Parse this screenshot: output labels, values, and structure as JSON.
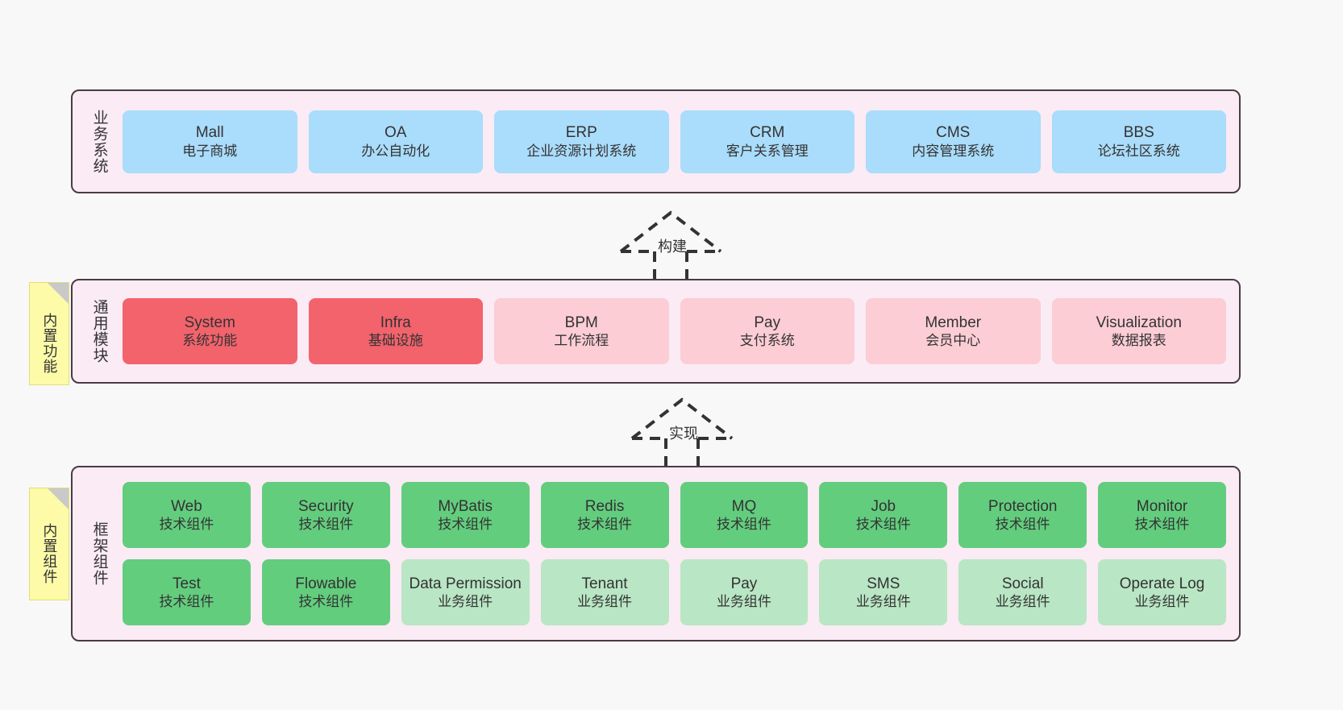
{
  "diagram": {
    "background_color": "#f8f8f8",
    "panel_color": "#faebf5",
    "panel_border_color": "#4b3b44"
  },
  "layers": {
    "business": {
      "label": "业务系统",
      "card_color": "#aadcfb",
      "cards": [
        {
          "title": "Mall",
          "subtitle": "电子商城"
        },
        {
          "title": "OA",
          "subtitle": "办公自动化"
        },
        {
          "title": "ERP",
          "subtitle": "企业资源计划系统"
        },
        {
          "title": "CRM",
          "subtitle": "客户关系管理"
        },
        {
          "title": "CMS",
          "subtitle": "内容管理系统"
        },
        {
          "title": "BBS",
          "subtitle": "论坛社区系统"
        }
      ]
    },
    "modules": {
      "label": "通用模块",
      "sticky_label": "内置功能",
      "strong_color": "#f2636c",
      "soft_color": "#fccdd5",
      "cards": [
        {
          "title": "System",
          "subtitle": "系统功能",
          "variant": "strong"
        },
        {
          "title": "Infra",
          "subtitle": "基础设施",
          "variant": "strong"
        },
        {
          "title": "BPM",
          "subtitle": "工作流程",
          "variant": "soft"
        },
        {
          "title": "Pay",
          "subtitle": "支付系统",
          "variant": "soft"
        },
        {
          "title": "Member",
          "subtitle": "会员中心",
          "variant": "soft"
        },
        {
          "title": "Visualization",
          "subtitle": "数据报表",
          "variant": "soft"
        }
      ]
    },
    "framework": {
      "label": "框架组件",
      "sticky_label": "内置组件",
      "tech_color": "#63cd7e",
      "biz_color": "#b9e6c4",
      "row1": [
        {
          "title": "Web",
          "subtitle": "技术组件",
          "variant": "tech"
        },
        {
          "title": "Security",
          "subtitle": "技术组件",
          "variant": "tech"
        },
        {
          "title": "MyBatis",
          "subtitle": "技术组件",
          "variant": "tech"
        },
        {
          "title": "Redis",
          "subtitle": "技术组件",
          "variant": "tech"
        },
        {
          "title": "MQ",
          "subtitle": "技术组件",
          "variant": "tech"
        },
        {
          "title": "Job",
          "subtitle": "技术组件",
          "variant": "tech"
        },
        {
          "title": "Protection",
          "subtitle": "技术组件",
          "variant": "tech"
        },
        {
          "title": "Monitor",
          "subtitle": "技术组件",
          "variant": "tech"
        }
      ],
      "row2": [
        {
          "title": "Test",
          "subtitle": "技术组件",
          "variant": "tech"
        },
        {
          "title": "Flowable",
          "subtitle": "技术组件",
          "variant": "tech"
        },
        {
          "title": "Data Permission",
          "subtitle": "业务组件",
          "variant": "biz"
        },
        {
          "title": "Tenant",
          "subtitle": "业务组件",
          "variant": "biz"
        },
        {
          "title": "Pay",
          "subtitle": "业务组件",
          "variant": "biz"
        },
        {
          "title": "SMS",
          "subtitle": "业务组件",
          "variant": "biz"
        },
        {
          "title": "Social",
          "subtitle": "业务组件",
          "variant": "biz"
        },
        {
          "title": "Operate Log",
          "subtitle": "业务组件",
          "variant": "biz"
        }
      ]
    }
  },
  "arrows": {
    "build": {
      "label": "构建",
      "style": "dashed-generalization-up"
    },
    "implement": {
      "label": "实现",
      "style": "dashed-generalization-up"
    }
  }
}
